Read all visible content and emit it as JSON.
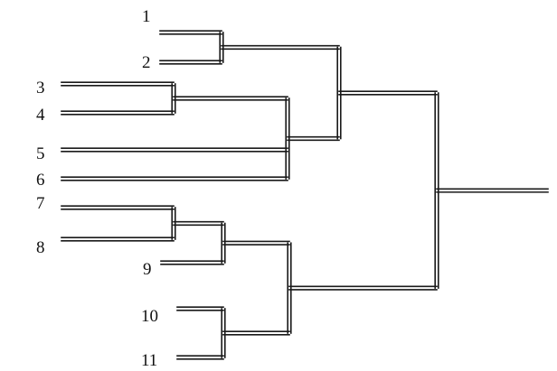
{
  "diagram": {
    "type": "dendrogram",
    "orientation": "left-to-right",
    "line_style": "double",
    "line_color": "#1a1a1a",
    "leaves": [
      {
        "id": "L1",
        "label": "1"
      },
      {
        "id": "L2",
        "label": "2"
      },
      {
        "id": "L3",
        "label": "3"
      },
      {
        "id": "L4",
        "label": "4"
      },
      {
        "id": "L5",
        "label": "5"
      },
      {
        "id": "L6",
        "label": "6"
      },
      {
        "id": "L7",
        "label": "7"
      },
      {
        "id": "L8",
        "label": "8"
      },
      {
        "id": "L9",
        "label": "9"
      },
      {
        "id": "L10",
        "label": "10"
      },
      {
        "id": "L11",
        "label": "11"
      }
    ],
    "merges": [
      {
        "id": "c12",
        "children": [
          "L1",
          "L2"
        ]
      },
      {
        "id": "c34",
        "children": [
          "L3",
          "L4"
        ]
      },
      {
        "id": "c3456",
        "children": [
          "c34",
          "L5",
          "L6"
        ]
      },
      {
        "id": "cTop",
        "children": [
          "c12",
          "c3456"
        ]
      },
      {
        "id": "c78",
        "children": [
          "L7",
          "L8"
        ]
      },
      {
        "id": "c789",
        "children": [
          "c78",
          "L9"
        ]
      },
      {
        "id": "c1011",
        "children": [
          "L10",
          "L11"
        ]
      },
      {
        "id": "cBottom",
        "children": [
          "c789",
          "c1011"
        ]
      },
      {
        "id": "root",
        "children": [
          "cTop",
          "cBottom"
        ]
      }
    ]
  }
}
